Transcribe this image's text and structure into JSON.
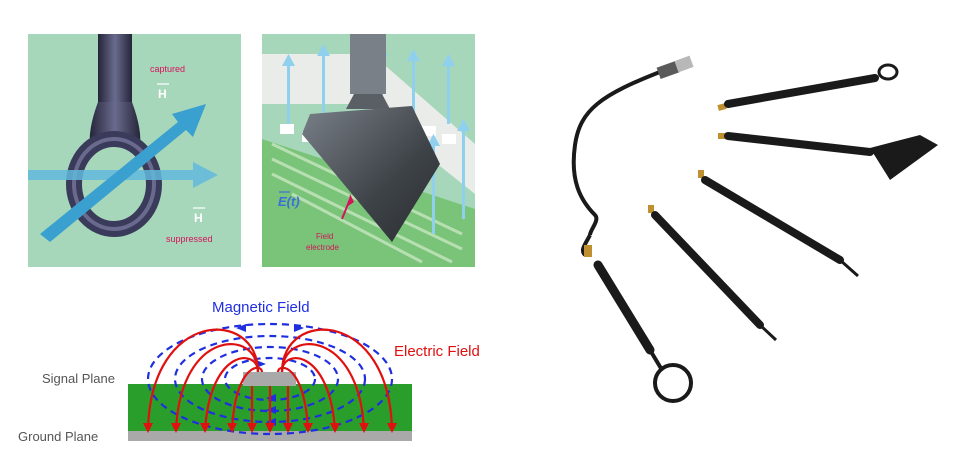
{
  "loop_panel": {
    "label_captured": "captured",
    "label_h_top": "H",
    "label_h_bottom": "H",
    "label_suppressed": "suppressed",
    "colors": {
      "background": "#a7d7bb",
      "accent": "#d4145a",
      "arrow": "#4fb0d8",
      "probe": "#3a3a5a"
    }
  },
  "electrode_panel": {
    "label_field_equation": "E(t)",
    "label_field_electrode_1": "Field",
    "label_field_electrode_2": "electrode",
    "colors": {
      "background": "#a7d7bb",
      "accent": "#d4145a",
      "arrow": "#8fd0ee",
      "probe": "#555a60"
    }
  },
  "field_diagram": {
    "title_magnetic": "Magnetic Field",
    "title_electric": "Electric Field",
    "label_signal_plane": "Signal Plane",
    "label_ground_plane": "Ground Plane",
    "colors": {
      "magnetic": "#1f2fe0",
      "electric": "#e01010",
      "board": "#2a9e2a",
      "plane": "#a9a9a9"
    }
  },
  "probes_photo": {
    "icons": [
      "loop-probe-icon",
      "electrode-probe-icon",
      "needle-probe-icon",
      "bnc-cable-icon"
    ]
  }
}
